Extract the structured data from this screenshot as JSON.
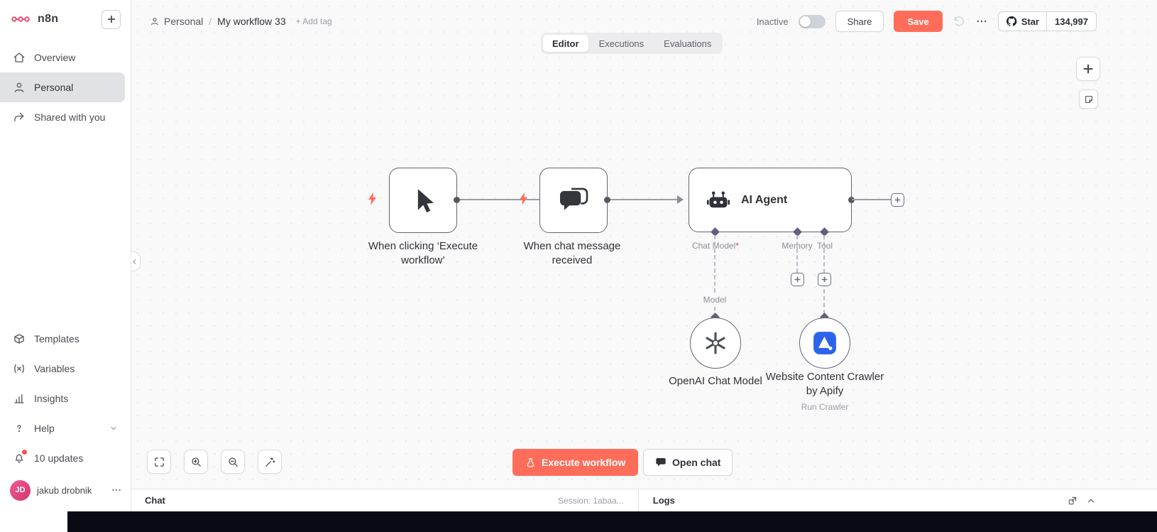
{
  "sidebar": {
    "logo_text": "n8n",
    "items_top": [
      {
        "label": "Overview"
      },
      {
        "label": "Personal"
      },
      {
        "label": "Shared with you"
      }
    ],
    "items_bottom": [
      {
        "label": "Templates"
      },
      {
        "label": "Variables"
      },
      {
        "label": "Insights"
      },
      {
        "label": "Help"
      },
      {
        "label": "10 updates"
      }
    ],
    "user": {
      "initials": "JD",
      "name": "jakub drobnik"
    }
  },
  "header": {
    "breadcrumb": {
      "project": "Personal",
      "separator": "/",
      "workflow": "My workflow 33",
      "add_tag": "+ Add tag"
    },
    "tabs": [
      {
        "label": "Editor",
        "active": true
      },
      {
        "label": "Executions",
        "active": false
      },
      {
        "label": "Evaluations",
        "active": false
      }
    ],
    "activation": {
      "label": "Inactive",
      "enabled": false
    },
    "share_label": "Share",
    "save_label": "Save",
    "github": {
      "star_label": "Star",
      "count": "134,997"
    }
  },
  "canvas": {
    "trigger1": {
      "title": "When clicking ‘Execute workflow’"
    },
    "trigger2": {
      "title": "When chat message received"
    },
    "agent": {
      "title": "AI Agent",
      "ports": [
        {
          "label": "Chat Model",
          "required": "*"
        },
        {
          "label": "Memory"
        },
        {
          "label": "Tool"
        }
      ],
      "connection_label": "Model"
    },
    "model_node": {
      "title": "OpenAI Chat Model"
    },
    "tool_node": {
      "title": "Website Content Crawler by Apify",
      "subtitle": "Run Crawler"
    }
  },
  "controls": {
    "execute_label": "Execute workflow",
    "open_chat_label": "Open chat"
  },
  "bottom_bar": {
    "chat_label": "Chat",
    "session": "Session: 1abaa...",
    "logs_label": "Logs"
  },
  "colors": {
    "accent_orange": "#ff6d5a",
    "brand_pink": "#ea4b71",
    "node_border": "#62666d",
    "connector_purple": "#615e7e",
    "apify_blue": "#2b63ea"
  }
}
